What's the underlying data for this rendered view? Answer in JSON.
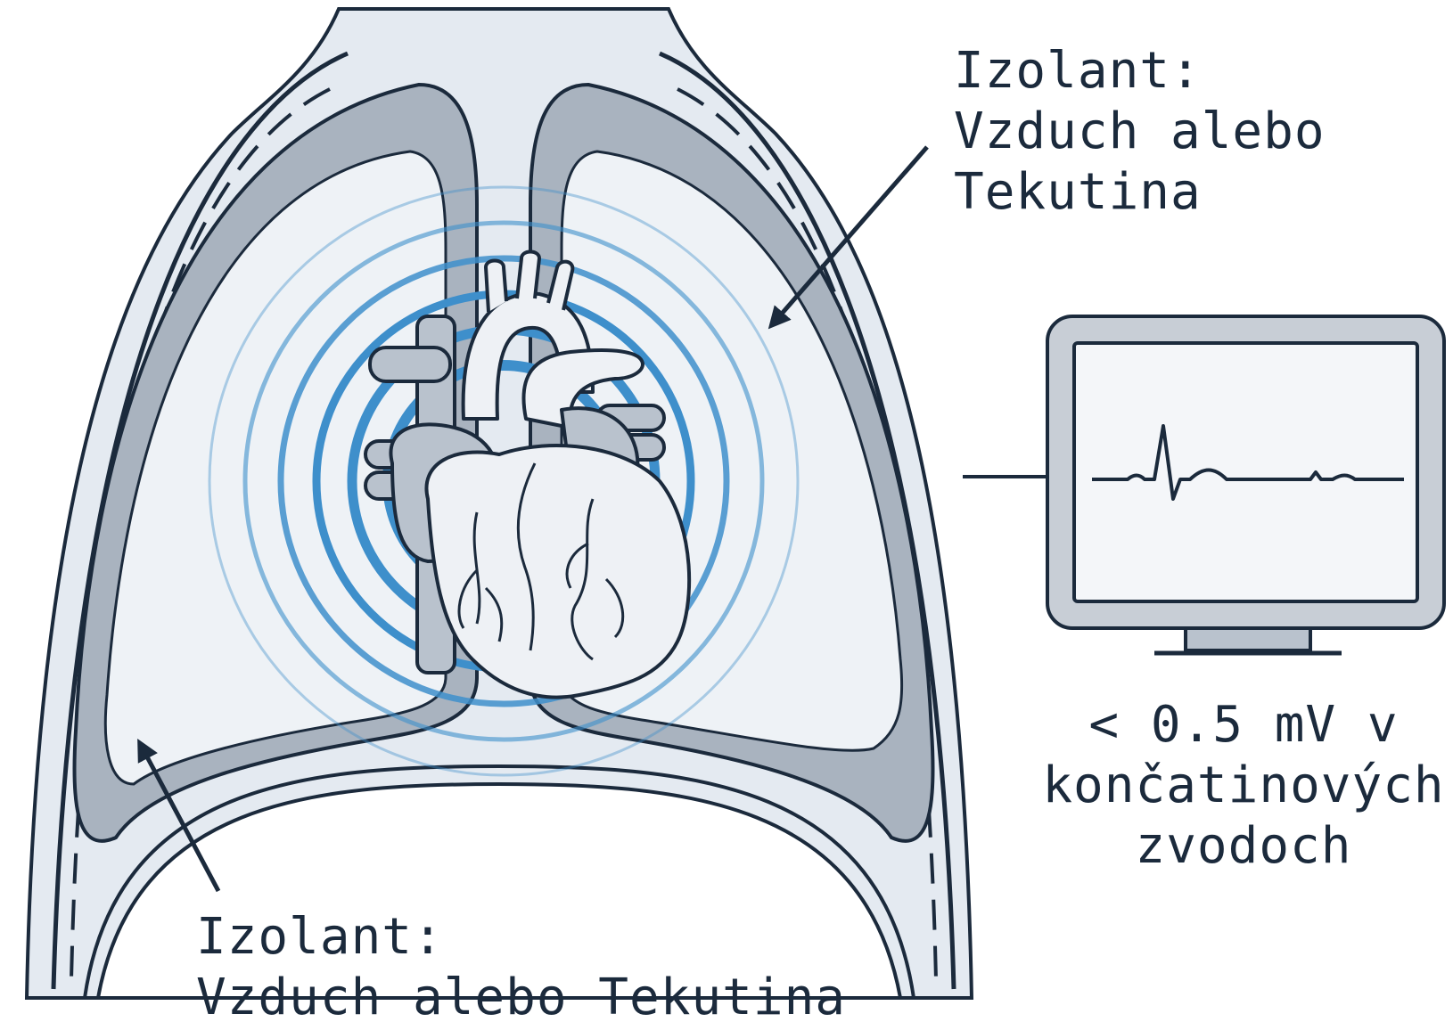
{
  "labels": {
    "insulator_top": {
      "line1": "Izolant:",
      "line2": "Vzduch alebo",
      "line3": "Tekutina"
    },
    "insulator_bottom": {
      "line1": "Izolant:",
      "line2": "Vzduch alebo Tekutina"
    },
    "ecg_reading": {
      "line1": "< 0.5 mV v",
      "line2": "končatinových",
      "line3": "zvodoch"
    }
  },
  "colors": {
    "outline": "#1b2a3c",
    "chest_fill": "#e4eaf1",
    "pleura_fill": "#a9b3bf",
    "lung_fill": "#eef2f6",
    "waves": "#3e8fcb",
    "heart_fill": "#eef1f5",
    "vessel_fill": "#b9c2cd",
    "monitor_frame": "#c8ced6",
    "screen": "#f4f6f9"
  },
  "icons": {
    "heart": "heart-icon",
    "monitor": "ecg-monitor-icon"
  }
}
